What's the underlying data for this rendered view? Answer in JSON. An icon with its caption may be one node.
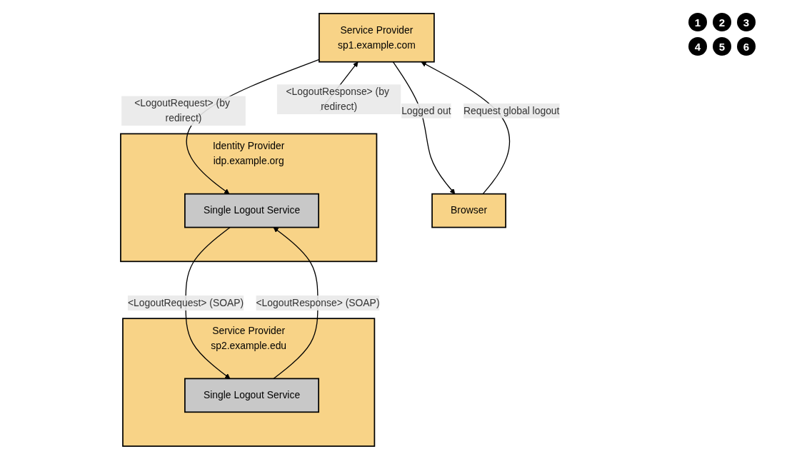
{
  "diagram": {
    "nodes": [
      {
        "text": [
          "Service Provider",
          "sp1.example.com"
        ]
      },
      {
        "text": [
          "Identity Provider",
          "idp.example.org"
        ]
      },
      {
        "text": [
          "Single Logout Service"
        ],
        "in": 1
      },
      {
        "text": [
          "Service Provider",
          "sp2.example.edu"
        ]
      },
      {
        "text": [
          "Single Logout Service"
        ],
        "in": 3
      },
      {
        "text": [
          "Browser"
        ]
      }
    ],
    "edges": [
      {
        "from": 5,
        "to": 0,
        "arrow": "to",
        "label": "Request global logout"
      },
      {
        "from": 0,
        "to": 2,
        "arrow": "to",
        "label": "<LogoutRequest> (by redirect)"
      },
      {
        "from": 2,
        "to": 4,
        "arrow": "to",
        "label": "<LogoutRequest> (SOAP)"
      },
      {
        "from": 4,
        "to": 2,
        "arrow": "to",
        "label": "<LogoutResponse> (SOAP)"
      },
      {
        "from": 1,
        "to": 0,
        "arrow": "to",
        "label": "<LogoutResponse> (by redirect)"
      },
      {
        "from": 0,
        "to": 5,
        "arrow": "to",
        "label": "Logged out"
      }
    ],
    "labels": [
      "1",
      "2",
      "3",
      "4",
      "5",
      "6"
    ]
  }
}
